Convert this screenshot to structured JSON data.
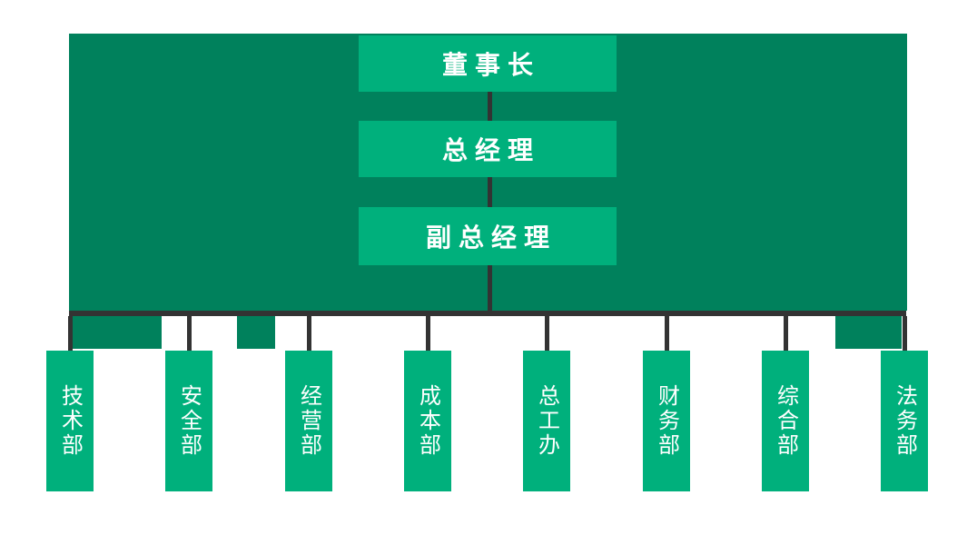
{
  "palette": {
    "background": "#ffffff",
    "panel_green": "#00815c",
    "box_green": "#00b07c",
    "connector_dark": "#333333",
    "text_white": "#ffffff"
  },
  "org_chart": {
    "type": "organization-chart",
    "levels": [
      {
        "id": "chairman",
        "label": "董事长"
      },
      {
        "id": "general_manager",
        "label": "总经理"
      },
      {
        "id": "deputy_general_manager",
        "label": "副总经理"
      }
    ],
    "departments": [
      {
        "label": "技术部"
      },
      {
        "label": "安全部"
      },
      {
        "label": "经营部"
      },
      {
        "label": "成本部"
      },
      {
        "label": "总工办"
      },
      {
        "label": "财务部"
      },
      {
        "label": "综合部"
      },
      {
        "label": "法务部"
      }
    ]
  }
}
